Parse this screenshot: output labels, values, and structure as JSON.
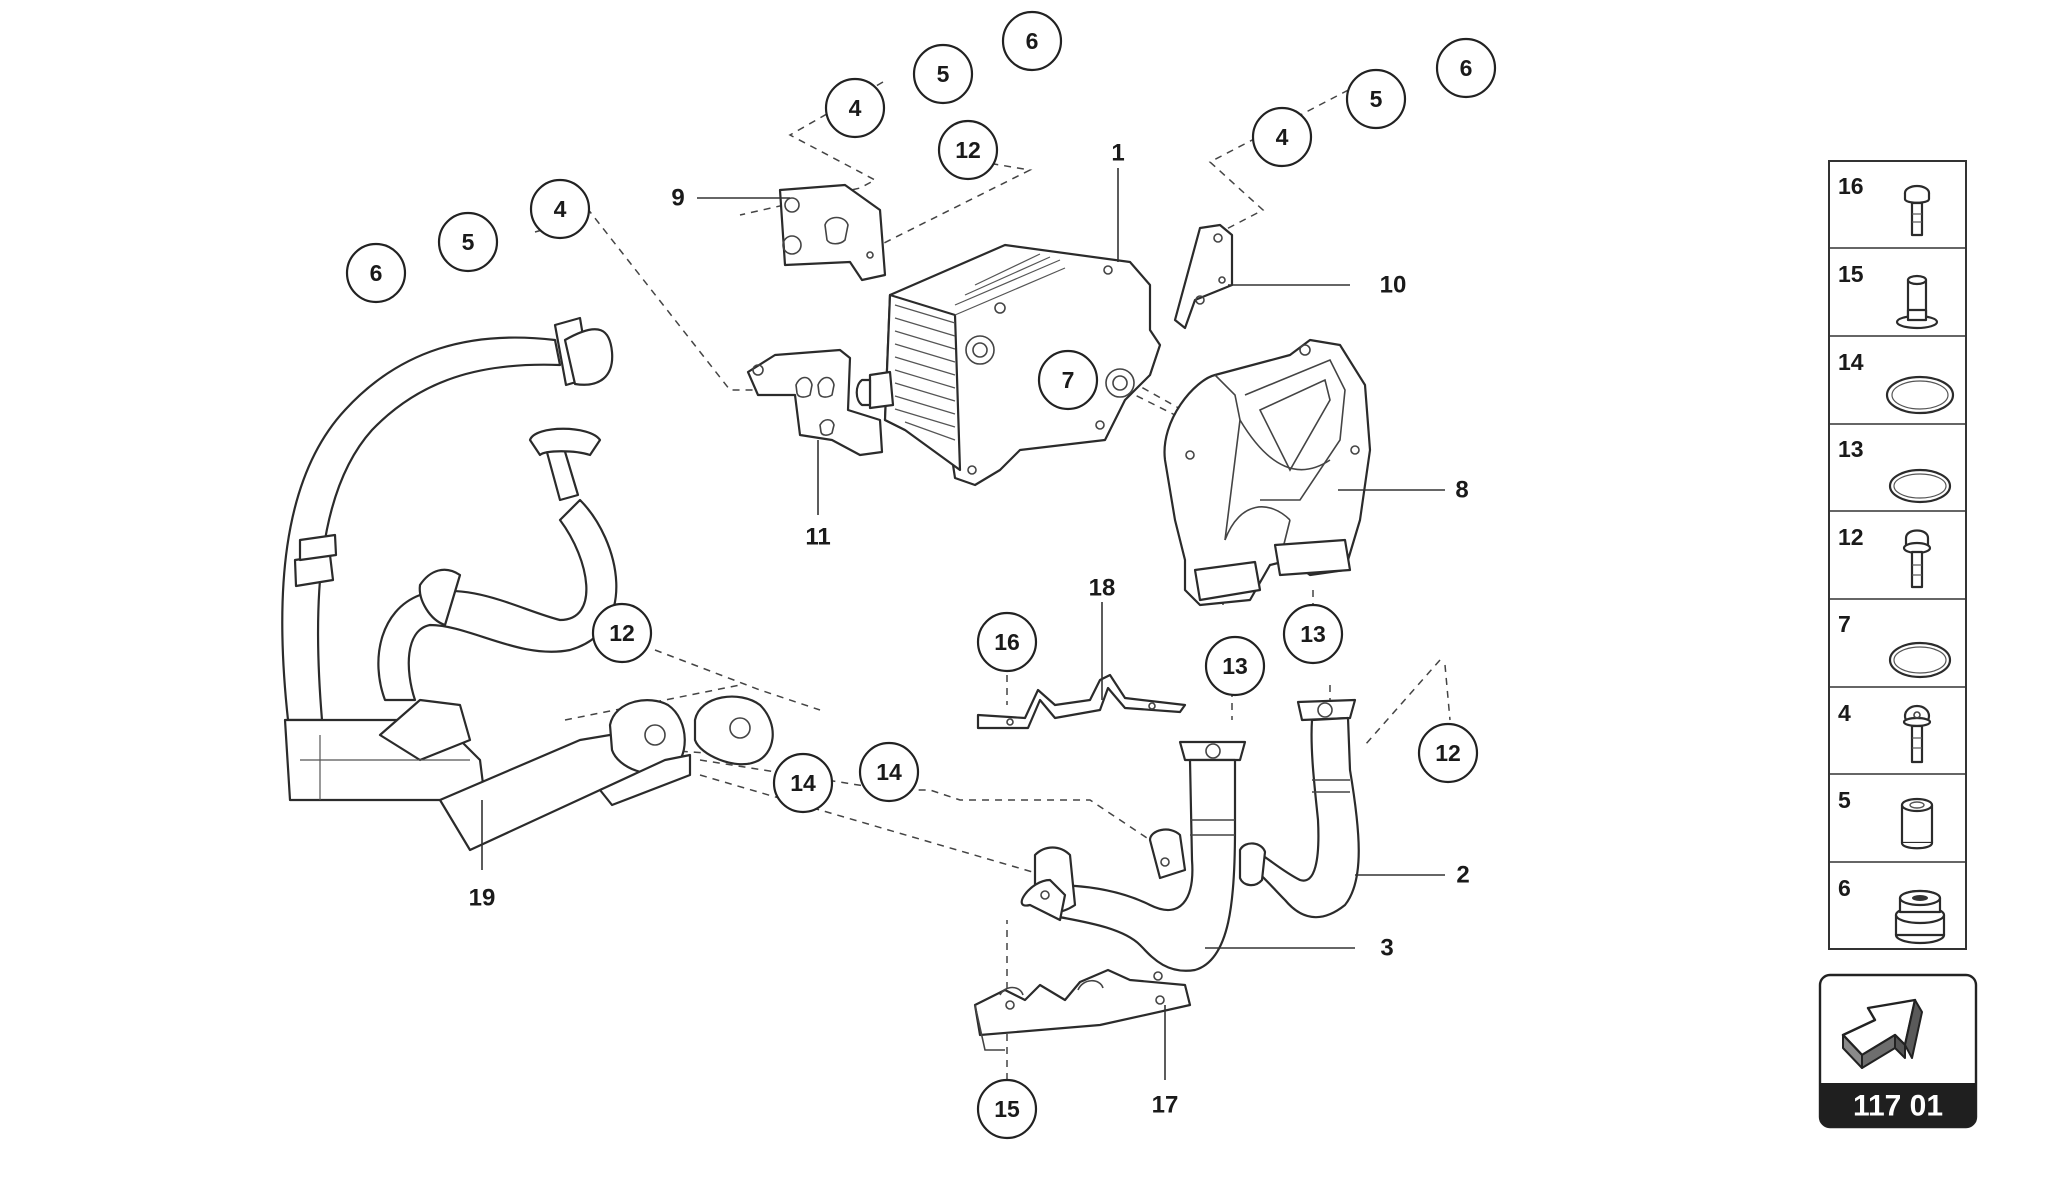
{
  "callouts": {
    "c6a": "6",
    "c5a": "5",
    "c4a": "4",
    "c12a": "12",
    "c6b": "6",
    "c5b": "5",
    "c4b": "4",
    "c6c": "6",
    "c5c": "5",
    "c4c": "4",
    "c7": "7",
    "c12b": "12",
    "c16": "16",
    "c13a": "13",
    "c13b": "13",
    "c14a": "14",
    "c14b": "14",
    "c12c": "12",
    "c15": "15"
  },
  "labels": {
    "l1": "1",
    "l2": "2",
    "l3": "3",
    "l8": "8",
    "l9": "9",
    "l10": "10",
    "l11": "11",
    "l17": "17",
    "l18": "18",
    "l19": "19"
  },
  "legend": {
    "rows": [
      {
        "number": "16",
        "icon": "bolt-flanged-icon"
      },
      {
        "number": "15",
        "icon": "bushing-flanged-icon"
      },
      {
        "number": "14",
        "icon": "o-ring-large-icon"
      },
      {
        "number": "13",
        "icon": "o-ring-medium-icon"
      },
      {
        "number": "12",
        "icon": "bolt-hex-icon"
      },
      {
        "number": "7",
        "icon": "o-ring-small-icon"
      },
      {
        "number": "4",
        "icon": "bolt-round-icon"
      },
      {
        "number": "5",
        "icon": "spacer-sleeve-icon"
      },
      {
        "number": "6",
        "icon": "rubber-grommet-icon"
      }
    ]
  },
  "navigation": {
    "page_code": "117 01",
    "icon": "next-page-arrow-icon"
  }
}
